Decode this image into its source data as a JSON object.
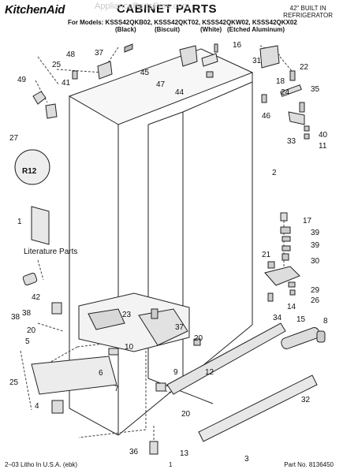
{
  "header": {
    "brand": "KitchenAid",
    "title": "CABINET PARTS",
    "watermark": "AppliancePartsPros.com",
    "note_line1": "42\" BUILT IN",
    "note_line2": "REFRIGERATOR",
    "models": "For Models: KSSS42QKB02, KSSS42QKT02, KSSS42QKW02, KSSS42QKX02",
    "variant_black": "(Black)",
    "variant_biscuit": "(Biscuit)",
    "variant_white": "(White)",
    "variant_aluminum": "(Etched Aluminum)"
  },
  "literature_label": "Literature Parts",
  "stamp_text": "R12",
  "footer": {
    "left": "2–03 Litho In U.S.A. (ebk)",
    "page": "1",
    "part": "Part No. 8136450"
  },
  "callouts": [
    "37",
    "48",
    "45",
    "16",
    "31",
    "22",
    "25",
    "49",
    "41",
    "47",
    "44",
    "18",
    "24",
    "35",
    "27",
    "46",
    "33",
    "40",
    "11",
    "2",
    "1",
    "17",
    "39",
    "38",
    "39",
    "30",
    "21",
    "29",
    "26",
    "14",
    "42",
    "34",
    "15",
    "23",
    "37",
    "38",
    "20",
    "20",
    "8",
    "5",
    "6",
    "10",
    "9",
    "12",
    "25",
    "7",
    "32",
    "4",
    "20",
    "36",
    "13",
    "3"
  ]
}
